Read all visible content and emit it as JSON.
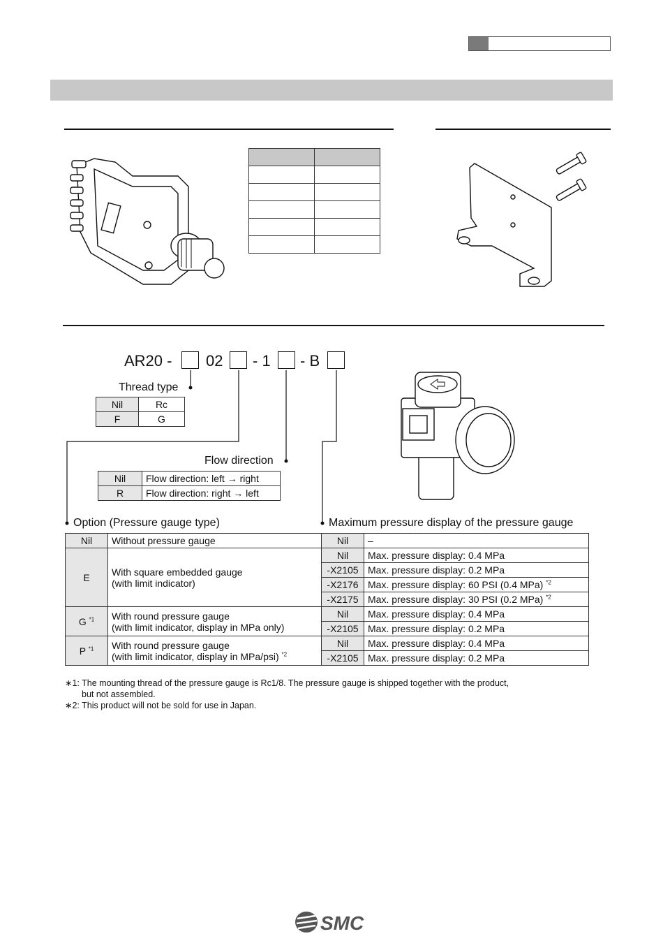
{
  "model_code": {
    "prefix": "AR20 -",
    "mid1": "02",
    "mid2": "- 1",
    "mid3": "- B"
  },
  "thread_type": {
    "label": "Thread type",
    "rows": [
      [
        "Nil",
        "Rc"
      ],
      [
        "F",
        "G"
      ]
    ]
  },
  "flow_direction": {
    "label": "Flow direction",
    "rows": [
      [
        "Nil",
        "Flow direction: left → right"
      ],
      [
        "R",
        "Flow direction: right → left"
      ]
    ]
  },
  "option": {
    "label": "Option (Pressure gauge type)",
    "max_label": "Maximum pressure display of the pressure gauge",
    "nil_code": "Nil",
    "nil_desc": "Without pressure gauge",
    "nil_max_code": "Nil",
    "nil_max_desc": "–",
    "e_code": "E",
    "e_desc1": "With square embedded gauge",
    "e_desc2": "(with limit indicator)",
    "e_rows": [
      {
        "code": "Nil",
        "desc": "Max. pressure display: 0.4 MPa",
        "mark": ""
      },
      {
        "code": "-X2105",
        "desc": "Max. pressure display: 0.2 MPa",
        "mark": ""
      },
      {
        "code": "-X2176",
        "desc": "Max. pressure display: 60 PSI (0.4 MPa)",
        "mark": "*2"
      },
      {
        "code": "-X2175",
        "desc": "Max. pressure display: 30 PSI (0.2 MPa)",
        "mark": "*2"
      }
    ],
    "g_code": "G",
    "g_mark": "*1",
    "g_desc1": "With round pressure gauge",
    "g_desc2": "(with limit indicator, display in MPa only)",
    "g_rows": [
      {
        "code": "Nil",
        "desc": "Max. pressure display: 0.4 MPa"
      },
      {
        "code": "-X2105",
        "desc": "Max. pressure display: 0.2 MPa"
      }
    ],
    "p_code": "P",
    "p_mark": "*1",
    "p_desc1": "With round pressure gauge",
    "p_desc2": "(with limit indicator, display in MPa/psi)",
    "p_desc_mark": "*2",
    "p_rows": [
      {
        "code": "Nil",
        "desc": "Max. pressure display: 0.4 MPa"
      },
      {
        "code": "-X2105",
        "desc": "Max. pressure display: 0.2 MPa"
      }
    ]
  },
  "notes": {
    "n1a": "∗1: The mounting thread of the pressure gauge is Rc1/8. The pressure gauge is shipped together with the product,",
    "n1b": "but not assembled.",
    "n2": "∗2: This product will not be sold for use in Japan."
  },
  "logo_text": "SMC"
}
